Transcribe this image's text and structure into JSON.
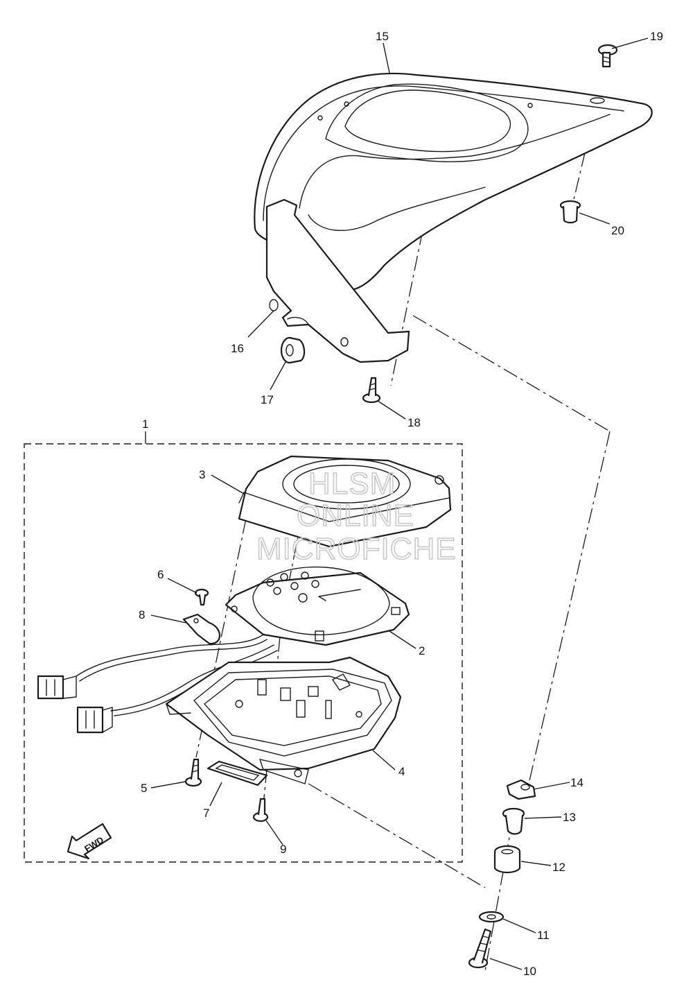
{
  "callouts": [
    {
      "id": "1",
      "label": "1"
    },
    {
      "id": "2",
      "label": "2"
    },
    {
      "id": "3",
      "label": "3"
    },
    {
      "id": "4",
      "label": "4"
    },
    {
      "id": "5",
      "label": "5"
    },
    {
      "id": "6",
      "label": "6"
    },
    {
      "id": "7",
      "label": "7"
    },
    {
      "id": "8",
      "label": "8"
    },
    {
      "id": "9",
      "label": "9"
    },
    {
      "id": "10",
      "label": "10"
    },
    {
      "id": "11",
      "label": "11"
    },
    {
      "id": "12",
      "label": "12"
    },
    {
      "id": "13",
      "label": "13"
    },
    {
      "id": "14",
      "label": "14"
    },
    {
      "id": "15",
      "label": "15"
    },
    {
      "id": "16",
      "label": "16"
    },
    {
      "id": "17",
      "label": "17"
    },
    {
      "id": "18",
      "label": "18"
    },
    {
      "id": "19",
      "label": "19"
    },
    {
      "id": "20",
      "label": "20"
    }
  ],
  "direction_arrow": {
    "label": "FWD"
  },
  "watermark": {
    "line1": "HLSM",
    "line2": "ONLINE",
    "line3": "MICROFICHE"
  }
}
